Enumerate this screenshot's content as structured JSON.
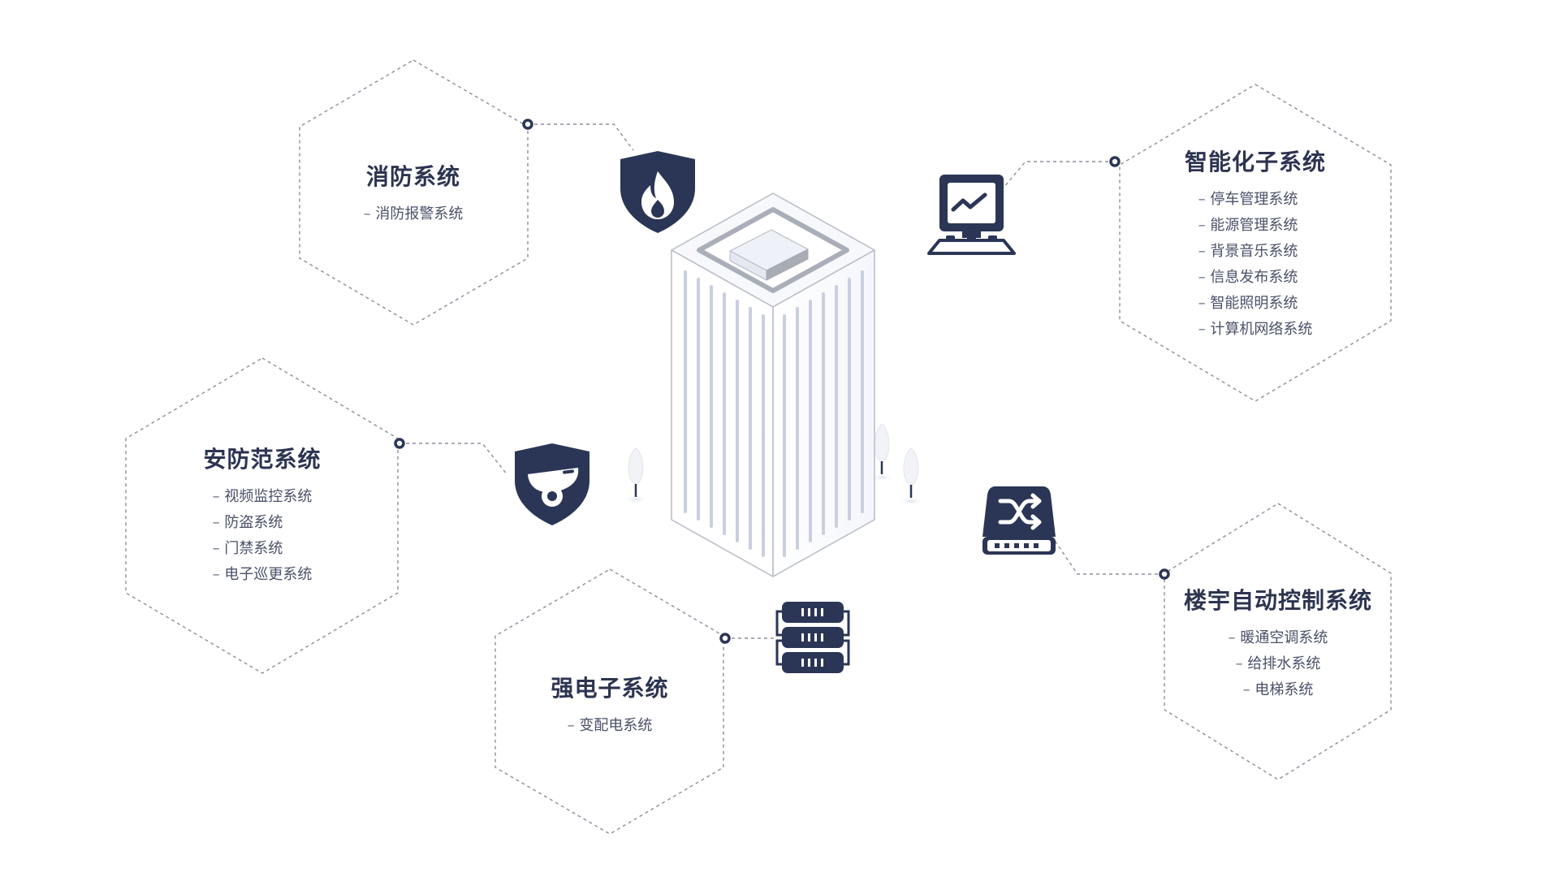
{
  "colors": {
    "accent": "#2b3656",
    "dash": "#8a8f9c",
    "building_stripe": "#c9cfe0",
    "building_outline": "#b8bcc6"
  },
  "groups": {
    "fire": {
      "title": "消防系统",
      "icon": "fire-shield-icon",
      "items": [
        "消防报警系统"
      ]
    },
    "smart": {
      "title": "智能化子系统",
      "icon": "computer-monitor-icon",
      "items": [
        "停车管理系统",
        "能源管理系统",
        "背景音乐系统",
        "信息发布系统",
        "智能照明系统",
        "计算机网络系统"
      ]
    },
    "security": {
      "title": "安防范系统",
      "icon": "camera-shield-icon",
      "items": [
        "视频监控系统",
        "防盗系统",
        "门禁系统",
        "电子巡更系统"
      ]
    },
    "building_auto": {
      "title": "楼宇自动控制系统",
      "icon": "network-switch-icon",
      "items": [
        "暖通空调系统",
        "给排水系统",
        "电梯系统"
      ]
    },
    "power": {
      "title": "强电子系统",
      "icon": "server-rack-icon",
      "items": [
        "变配电系统"
      ]
    }
  }
}
